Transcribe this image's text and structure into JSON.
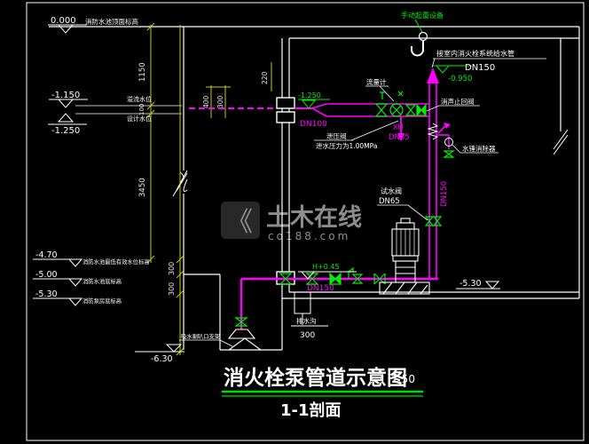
{
  "drawing": {
    "title": {
      "main": "消火栓泵管道示意图",
      "scale": "1:50",
      "section": "1-1剖面"
    },
    "watermark": {
      "glyph": "《",
      "brand": "土木在线",
      "site": "co188.com"
    },
    "levels": {
      "tank_top": {
        "value": "0.000",
        "label": "消防水池顶面标高"
      },
      "overflow": {
        "value": "-1.150",
        "label": "溢流水位"
      },
      "design": {
        "value": "-1.250",
        "label": "设计水位"
      },
      "pump_lowest": {
        "value": "-4.70",
        "label": "消防水池最低有效水位标高"
      },
      "tank_bottom": {
        "value": "-5.00",
        "label": "消防水池底标高"
      },
      "room_floor": {
        "value": "-5.30",
        "label": "消防泵房底标高"
      },
      "sump_bottom": {
        "value": "-6.30"
      },
      "pipe_top": {
        "value": "-0.950"
      },
      "suction_center": {
        "value": "-1.250"
      },
      "floor_right": {
        "value": "-5.30"
      },
      "suction_height": {
        "value": "H+0.45"
      }
    },
    "dims": {
      "tank_upper": "1150",
      "level_gap": "100",
      "tank_mid": "3450",
      "low1": "300",
      "low2": "300",
      "wall_a": "400",
      "wall_b": "300",
      "wall_c": "220",
      "drain_width": "300"
    },
    "pipes": {
      "suction": "DN100",
      "main": "DN150",
      "riser": "DN150",
      "to_system": "DN150",
      "branch_code": "XH",
      "relief_branch": "DN65",
      "test": "DN65"
    },
    "components": {
      "hoist": "手动起重设备",
      "to_hydrant": "接室内消火栓系统给水管",
      "flow_meter": "流量计",
      "check_valve": "消声止回阀",
      "water_hammer": "水锤消除器",
      "relief_valve": "泄压阀",
      "relief_note": "泄水压力为1.00MPa",
      "test_valve": "试水阀",
      "bell_support": "吸水喇叭口支架",
      "drain": "排水沟"
    },
    "colors": {
      "background": "#000000",
      "line": "#ffffff",
      "pipe": "#ff00ff",
      "accent": "#00ee00",
      "dimension": "#cccc00",
      "watermark": "#9b9b9b",
      "title_underline": "#00dd00"
    }
  }
}
